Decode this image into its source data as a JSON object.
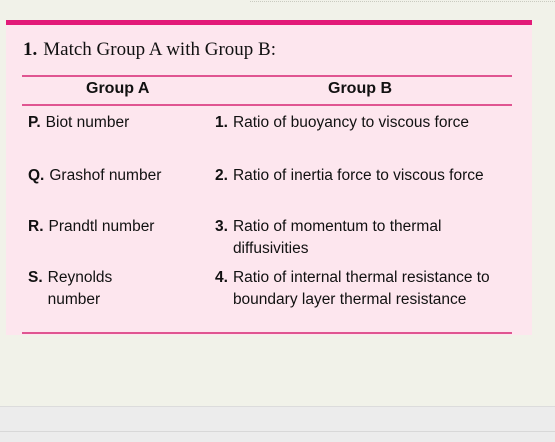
{
  "question": {
    "number": "1.",
    "text": "Match Group A with Group B:"
  },
  "table": {
    "headers": {
      "group_a": "Group A",
      "group_b": "Group B"
    },
    "rows": [
      {
        "a_label": "P.",
        "a_text": "Biot number",
        "b_label": "1.",
        "b_text": "Ratio of buoyancy to viscous force"
      },
      {
        "a_label": "Q.",
        "a_text": "Grashof number",
        "b_label": "2.",
        "b_text": "Ratio of inertia force to viscous force"
      },
      {
        "a_label": "R.",
        "a_text": "Prandtl number",
        "b_label": "3.",
        "b_text": "Ratio of momentum to thermal diffusivities"
      },
      {
        "a_label": "S.",
        "a_text": "Reynolds number",
        "b_label": "4.",
        "b_text": "Ratio of internal thermal resistance to boundary layer thermal resistance"
      }
    ]
  },
  "colors": {
    "accent": "#e21a78",
    "rule": "#e05591",
    "card_background": "#fde6ee",
    "page_background": "#f1f2e9"
  }
}
